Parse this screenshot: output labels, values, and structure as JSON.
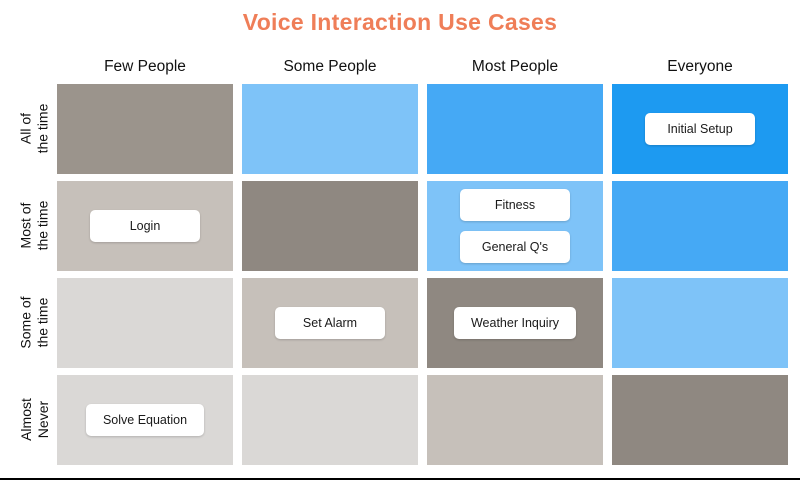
{
  "palette": {
    "titleOrange": "#ef7e58",
    "blueBright": "#1d9af1",
    "blueMedium": "#45a9f5",
    "blueLight": "#7ec3f8",
    "grayDarkWarm": "#9b948c",
    "grayDark": "#8f8881",
    "taupeMedium": "#c6c0ba",
    "grayLight": "#dad8d6",
    "tagBackground": "#ffffff",
    "tagText": "#1a1a1a"
  },
  "chart_data": {
    "type": "heatmap",
    "title": "Voice Interaction Use Cases",
    "x_categories": [
      "Few People",
      "Some People",
      "Most People",
      "Everyone"
    ],
    "y_categories": [
      {
        "label": "All of the time",
        "lines": [
          "All of",
          "the time"
        ]
      },
      {
        "label": "Most of the time",
        "lines": [
          "Most of",
          "the time"
        ]
      },
      {
        "label": "Some of the time",
        "lines": [
          "Some of",
          "the time"
        ]
      },
      {
        "label": "Almost Never",
        "lines": [
          "Almost",
          "Never"
        ]
      }
    ],
    "legend": "none",
    "grid": "4x4 matrix, color-coded cells with white use-case tags",
    "cells": [
      [
        {
          "row": "All of the time",
          "col": "Few People",
          "shade": "grayDarkWarm",
          "tags": []
        },
        {
          "row": "All of the time",
          "col": "Some People",
          "shade": "blueLight",
          "tags": []
        },
        {
          "row": "All of the time",
          "col": "Most People",
          "shade": "blueMedium",
          "tags": []
        },
        {
          "row": "All of the time",
          "col": "Everyone",
          "shade": "blueBright",
          "tags": [
            "Initial Setup"
          ]
        }
      ],
      [
        {
          "row": "Most of the time",
          "col": "Few People",
          "shade": "taupeMedium",
          "tags": [
            "Login"
          ]
        },
        {
          "row": "Most of the time",
          "col": "Some People",
          "shade": "grayDark",
          "tags": []
        },
        {
          "row": "Most of the time",
          "col": "Most People",
          "shade": "blueLight",
          "tags": [
            "Fitness",
            "General Q's"
          ]
        },
        {
          "row": "Most of the time",
          "col": "Everyone",
          "shade": "blueMedium",
          "tags": []
        }
      ],
      [
        {
          "row": "Some of the time",
          "col": "Few People",
          "shade": "grayLight",
          "tags": []
        },
        {
          "row": "Some of the time",
          "col": "Some People",
          "shade": "taupeMedium",
          "tags": [
            "Set Alarm"
          ]
        },
        {
          "row": "Some of the time",
          "col": "Most People",
          "shade": "grayDark",
          "tags": [
            "Weather Inquiry"
          ]
        },
        {
          "row": "Some of the time",
          "col": "Everyone",
          "shade": "blueLight",
          "tags": []
        }
      ],
      [
        {
          "row": "Almost Never",
          "col": "Few People",
          "shade": "grayLight",
          "tags": [
            "Solve Equation"
          ]
        },
        {
          "row": "Almost Never",
          "col": "Some People",
          "shade": "grayLight",
          "tags": []
        },
        {
          "row": "Almost Never",
          "col": "Most People",
          "shade": "taupeMedium",
          "tags": []
        },
        {
          "row": "Almost Never",
          "col": "Everyone",
          "shade": "grayDark",
          "tags": []
        }
      ]
    ]
  }
}
